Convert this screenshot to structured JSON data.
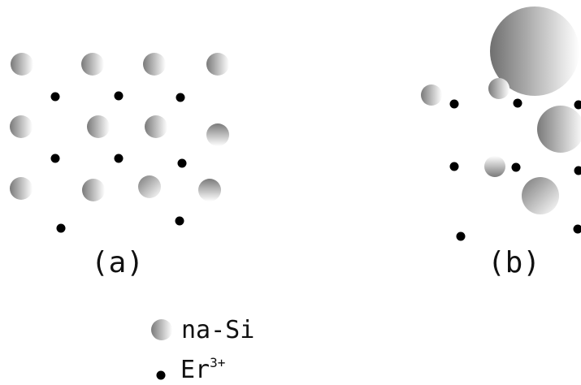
{
  "panels": {
    "a": {
      "label": "(a)"
    },
    "b": {
      "label": "(b)"
    }
  },
  "legend": {
    "nasi_label": "na-Si",
    "er_base": "Er",
    "er_sup": "3+"
  },
  "colors": {
    "nasi_light": "#ffffff",
    "nasi_dark": "#777777",
    "er": "#000000",
    "text": "#111111"
  }
}
